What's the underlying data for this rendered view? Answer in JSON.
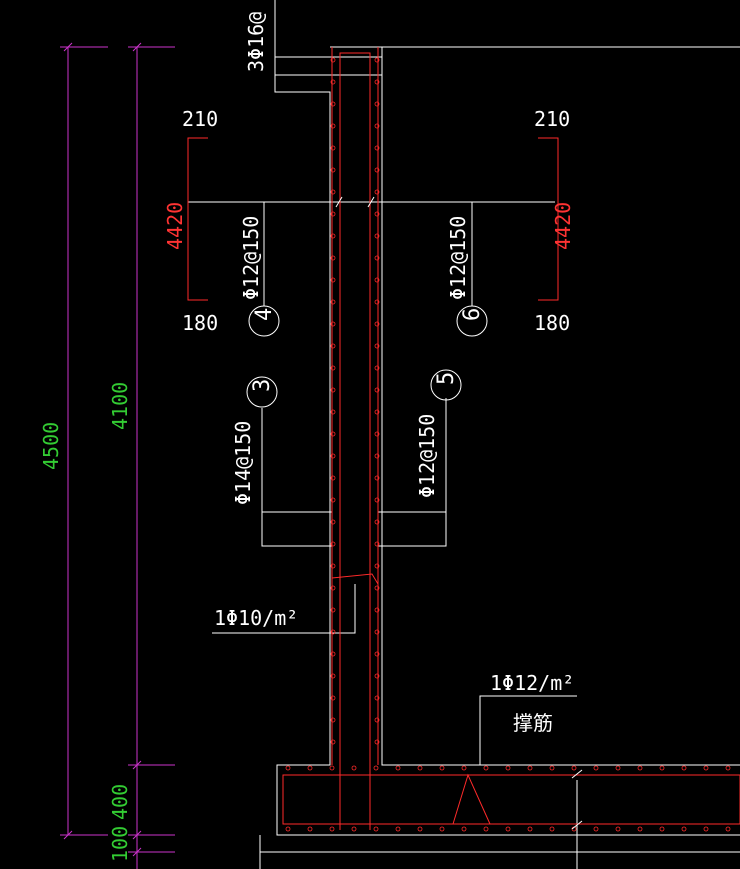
{
  "colors": {
    "background": "#000000",
    "outline": "#ffffff",
    "rebar": "#ff2a2a",
    "dimension": "#cc33cc",
    "dimension_text": "#33cc33",
    "leader_red": "#ff3333"
  },
  "labels": {
    "top_bar": "3Φ16@",
    "bar4_spec": "Φ12@150",
    "bar4_num": "4",
    "bar6_spec": "Φ12@150",
    "bar6_num": "6",
    "bar3_spec": "Φ14@150",
    "bar3_num": "3",
    "bar5_spec": "Φ12@150",
    "bar5_num": "5",
    "tie_spec": "1Φ10/m²",
    "support_spec": "1Φ12/m²",
    "support_name": "撑筋",
    "left_hook_top": "210",
    "left_hook_len": "4420",
    "left_hook_bottom": "180",
    "right_hook_top": "210",
    "right_hook_len": "4420",
    "right_hook_bottom": "180"
  },
  "dimensions": {
    "total_height": "4500",
    "wall_height": "4100",
    "slab_thickness": "400",
    "cushion": "100"
  }
}
